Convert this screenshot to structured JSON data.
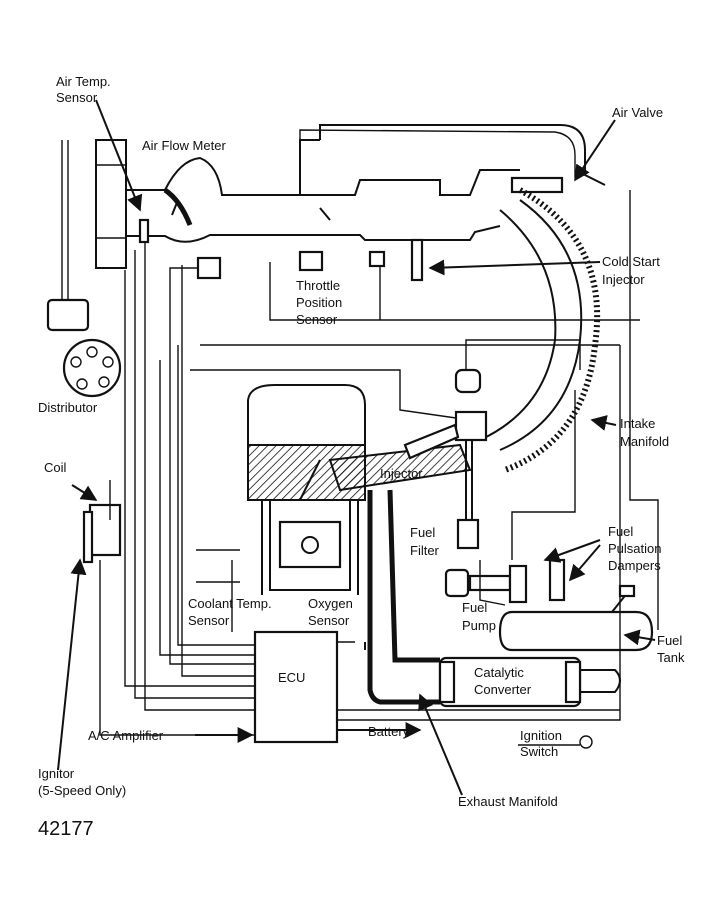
{
  "labels": {
    "air_temp_sensor": [
      "Air Temp.",
      "Sensor"
    ],
    "air_flow_meter": "Air Flow Meter",
    "air_valve": "Air Valve",
    "cold_start_injector": [
      "Cold Start",
      "Injector"
    ],
    "throttle_position_sensor": [
      "Throttle",
      "Position",
      "Sensor"
    ],
    "distributor": "Distributor",
    "intake_manifold": [
      "Intake",
      "Manifold"
    ],
    "coil": "Coil",
    "injector": "Injector",
    "fuel_filter": [
      "Fuel",
      "Filter"
    ],
    "fuel_pulsation_dampers": [
      "Fuel",
      "Pulsation",
      "Dampers"
    ],
    "fuel_pump": [
      "Fuel",
      "Pump"
    ],
    "fuel_tank": [
      "Fuel",
      "Tank"
    ],
    "coolant_temp_sensor": [
      "Coolant Temp.",
      "Sensor"
    ],
    "oxygen_sensor": [
      "Oxygen",
      "Sensor"
    ],
    "ecu": "ECU",
    "catalytic_converter": [
      "Catalytic",
      "Converter"
    ],
    "ac_amplifier": "A/C Amplifier",
    "battery": "Battery",
    "ignition_switch": [
      "Ignition",
      "Switch"
    ],
    "ignitor": [
      "Ignitor",
      "(5-Speed Only)"
    ],
    "exhaust_manifold": "Exhaust Manifold"
  },
  "figure_number": "42177"
}
